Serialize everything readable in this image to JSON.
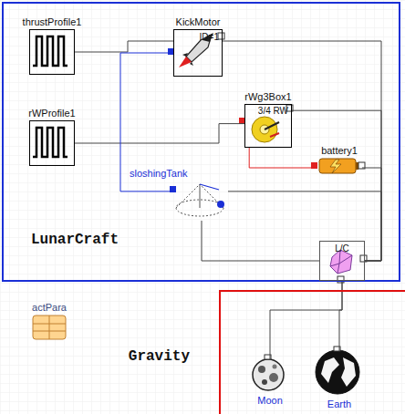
{
  "diagram": {
    "nodes": [
      {
        "text": [
          "LunarCraft"
        ]
      },
      {
        "text": [
          "thrustProfile1"
        ],
        "in": 0
      },
      {
        "text": [
          "KickMotor",
          "ID=1"
        ],
        "in": 0
      },
      {
        "text": [
          "rWProfile1"
        ],
        "in": 0
      },
      {
        "text": [
          "rWg3Box1",
          "3/4 RW"
        ],
        "in": 0
      },
      {
        "text": [
          "battery1"
        ],
        "in": 0
      },
      {
        "text": [
          "sloshingTank"
        ],
        "in": 0
      },
      {
        "text": [
          "L/C"
        ],
        "in": 0
      },
      {
        "text": [
          "actPara"
        ]
      },
      {
        "text": [
          "Gravity"
        ]
      },
      {
        "text": [
          "Moon"
        ],
        "in": 9
      },
      {
        "text": [
          "Earth"
        ],
        "in": 9
      }
    ],
    "edges": [
      {
        "from": 1,
        "to": 2,
        "arrow": "none"
      },
      {
        "from": 3,
        "to": 4,
        "arrow": "none"
      },
      {
        "from": 2,
        "to": 6,
        "arrow": "none"
      },
      {
        "from": 4,
        "to": 5,
        "arrow": "none"
      },
      {
        "from": 2,
        "to": 7,
        "arrow": "none"
      },
      {
        "from": 4,
        "to": 7,
        "arrow": "none"
      },
      {
        "from": 5,
        "to": 7,
        "arrow": "none"
      },
      {
        "from": 6,
        "to": 7,
        "arrow": "none"
      },
      {
        "from": 6,
        "to": 7,
        "arrow": "none"
      },
      {
        "from": 7,
        "to": 10,
        "arrow": "none"
      },
      {
        "from": 7,
        "to": 11,
        "arrow": "none"
      }
    ]
  }
}
